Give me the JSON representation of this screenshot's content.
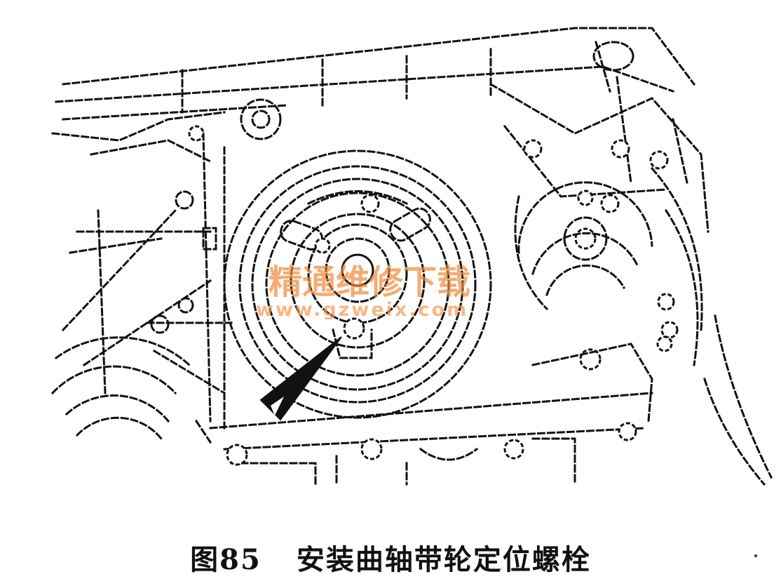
{
  "figure": {
    "caption_number": "图85",
    "caption_text": "安装曲轴带轮定位螺栓"
  },
  "watermark": {
    "name": "精通维修下载",
    "url": "www.gzweix.com",
    "color": "#f08a3a"
  },
  "colors": {
    "ink": "#111111",
    "background": "#ffffff"
  }
}
